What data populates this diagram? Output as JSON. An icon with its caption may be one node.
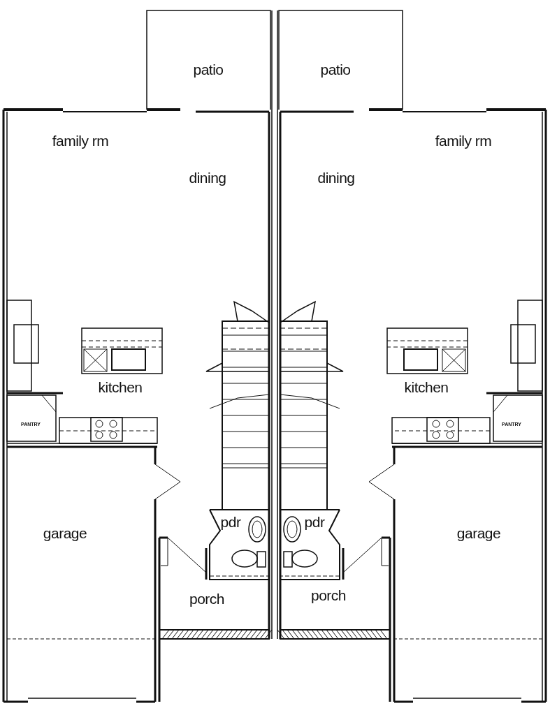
{
  "diagram": {
    "labels": [
      "patio",
      "patio",
      "family rm",
      "family rm",
      "dining",
      "dining",
      "kitchen",
      "kitchen",
      "PANTRY",
      "PANTRY",
      "pdr",
      "pdr",
      "garage",
      "garage",
      "porch",
      "porch"
    ]
  }
}
